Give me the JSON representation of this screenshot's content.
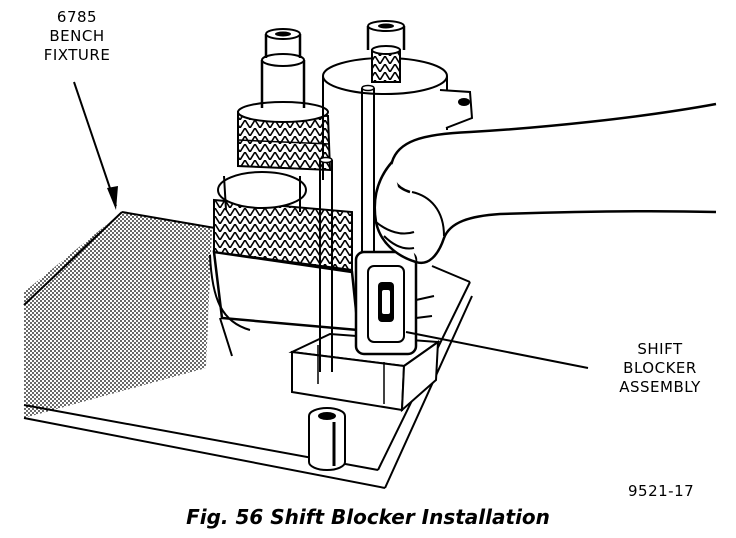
{
  "labels": {
    "fixture": [
      "6785",
      "BENCH",
      "FIXTURE"
    ],
    "blocker": [
      "SHIFT",
      "BLOCKER",
      "ASSEMBLY"
    ]
  },
  "figure_number": "9521-17",
  "caption": "Fig. 56 Shift Blocker Installation",
  "colors": {
    "ink": "#000000",
    "paper": "#ffffff"
  }
}
